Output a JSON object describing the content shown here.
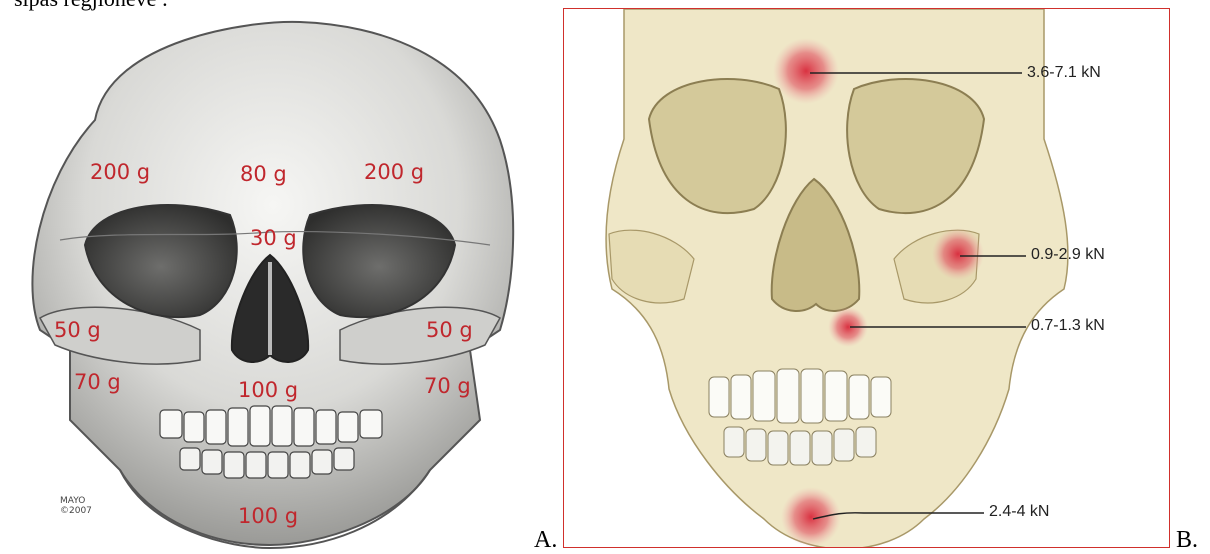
{
  "caption_fragment": "sipas regjioneve :",
  "panel_a": {
    "letter": "A.",
    "credit_line1": "MAYO",
    "credit_line2": "©2007",
    "labels": {
      "frontal_left": "200 g",
      "glabella": "80 g",
      "frontal_right": "200 g",
      "nasal": "30 g",
      "zygoma_left": "50 g",
      "zygoma_right": "50 g",
      "arch_left": "70 g",
      "arch_right": "70 g",
      "maxilla": "100 g",
      "mandible": "100 g"
    }
  },
  "panel_b": {
    "letter": "B.",
    "labels": {
      "frontal": "3.6-7.1 kN",
      "zygoma": "0.9-2.9 kN",
      "maxilla": "0.7-1.3 kN",
      "mandible": "2.4-4 kN"
    },
    "border_color": "#d0302c",
    "hotspot_color": "#d8283a"
  }
}
